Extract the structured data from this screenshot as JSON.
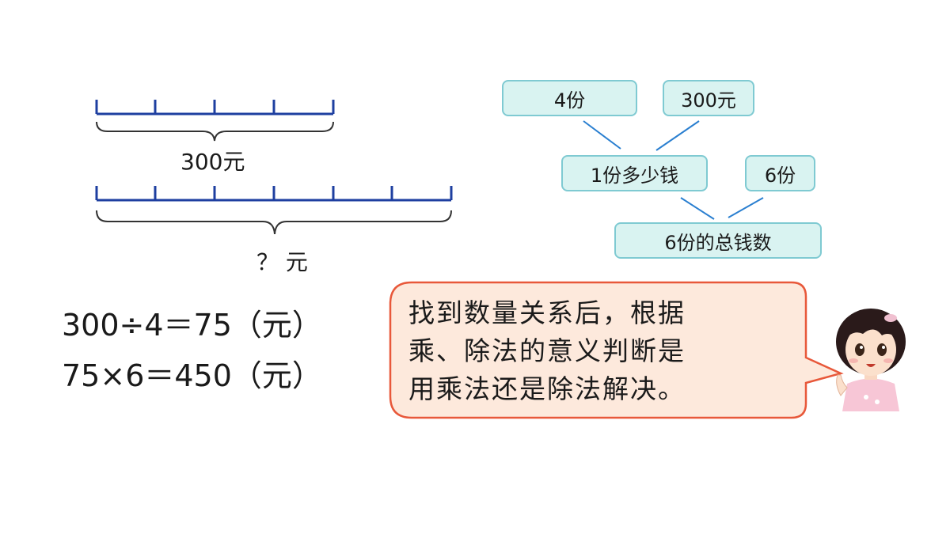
{
  "segment_diagram": {
    "top_label": "300元",
    "bottom_label": "？ 元"
  },
  "analysis_tree": {
    "node_4": "4份",
    "node_300": "300元",
    "node_one_part": "1份多少钱",
    "node_6": "6份",
    "node_total": "6份的总钱数"
  },
  "equations": {
    "line1": "300÷4＝75（元）",
    "line2": "75×6＝450（元）"
  },
  "speech_bubble": {
    "line1": "找到数量关系后，根据",
    "line2": "乘、除法的意义判断是",
    "line3": "用乘法还是除法解决。"
  },
  "colors": {
    "segment_line": "#1e3fa0",
    "node_fill": "#d9f3f1",
    "node_border": "#7fcad2",
    "connector": "#2a7fd0",
    "bubble_fill": "#fde9dc",
    "bubble_border": "#e8583a"
  },
  "icons": {
    "character": "girl-pointing-icon"
  }
}
